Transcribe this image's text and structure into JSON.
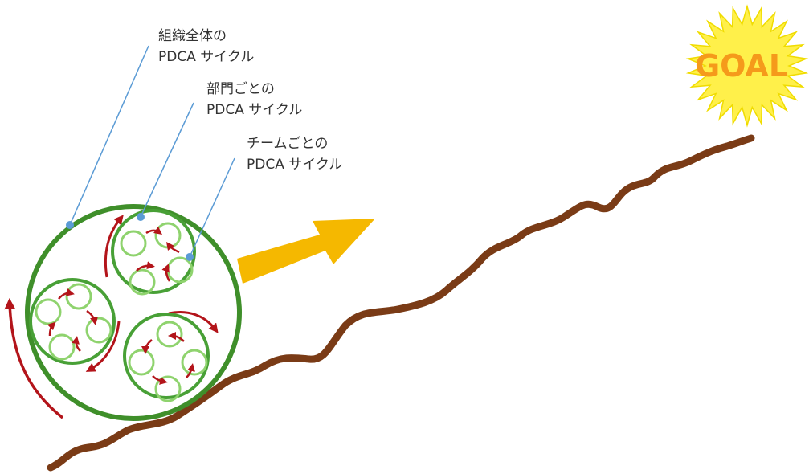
{
  "colors": {
    "path": "#7a3b16",
    "outer_circle": "#3f8f2a",
    "inner_circle": "#48a036",
    "team_circle": "#8fd36e",
    "rotation_arrow": "#b3141a",
    "leader_line": "#5b9bd5",
    "leader_dot": "#5b9bd5",
    "motion_arrow": "#f5b800",
    "sun_rays": "#fff04a",
    "sun_outline": "#f0dc00",
    "goal_text": "#f59a1b"
  },
  "icons": {
    "goal": "sun-burst-icon",
    "direction": "arrow-right-icon"
  },
  "labels": {
    "organization": {
      "line1": "組織全体の",
      "line2": "PDCA サイクル"
    },
    "department": {
      "line1": "部門ごとの",
      "line2": "PDCA サイクル"
    },
    "team": {
      "line1": "チームごとの",
      "line2": "PDCA サイクル"
    }
  },
  "goal": {
    "text": "GOAL"
  }
}
